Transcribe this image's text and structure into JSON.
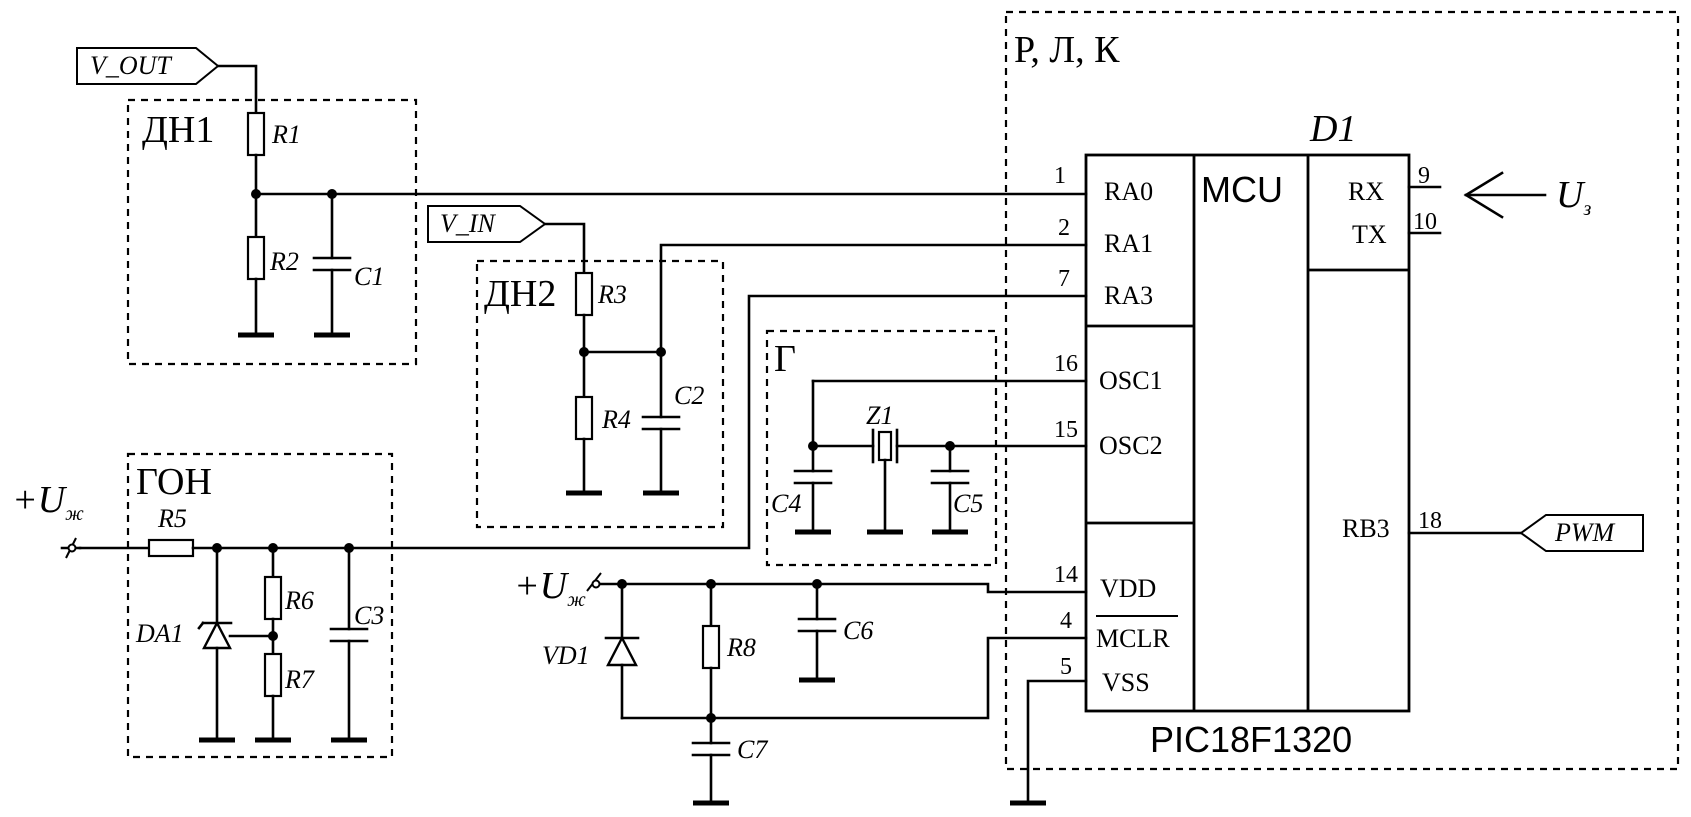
{
  "blocks": {
    "dn1": "ДН1",
    "dn2": "ДН2",
    "gen": "Г",
    "gon": "ГОН",
    "rlk": "Р, Л, К"
  },
  "ports": {
    "v_out": "V_OUT",
    "v_in": "V_IN",
    "pwm": "PWM"
  },
  "supply": {
    "plus": "+",
    "u": "U",
    "sub": "ж"
  },
  "control_input": {
    "u": "U",
    "sub": "з"
  },
  "components": {
    "r1": "R1",
    "r2": "R2",
    "r3": "R3",
    "r4": "R4",
    "r5": "R5",
    "r6": "R6",
    "r7": "R7",
    "r8": "R8",
    "c1": "C1",
    "c2": "C2",
    "c3": "C3",
    "c4": "C4",
    "c5": "C5",
    "c6": "C6",
    "c7": "C7",
    "z1": "Z1",
    "da1": "DA1",
    "vd1": "VD1"
  },
  "mcu": {
    "designator": "D1",
    "core_label": "MCU",
    "part_number": "PIC18F1320",
    "pins_left": [
      {
        "num": "1",
        "name": "RA0"
      },
      {
        "num": "2",
        "name": "RA1"
      },
      {
        "num": "7",
        "name": "RA3"
      },
      {
        "num": "16",
        "name": "OSC1"
      },
      {
        "num": "15",
        "name": "OSC2"
      },
      {
        "num": "14",
        "name": "VDD"
      },
      {
        "num": "4",
        "name": "MCLR"
      },
      {
        "num": "5",
        "name": "VSS"
      }
    ],
    "pins_right": [
      {
        "num": "9",
        "name": "RX"
      },
      {
        "num": "10",
        "name": "TX"
      },
      {
        "num": "18",
        "name": "RB3"
      }
    ]
  }
}
